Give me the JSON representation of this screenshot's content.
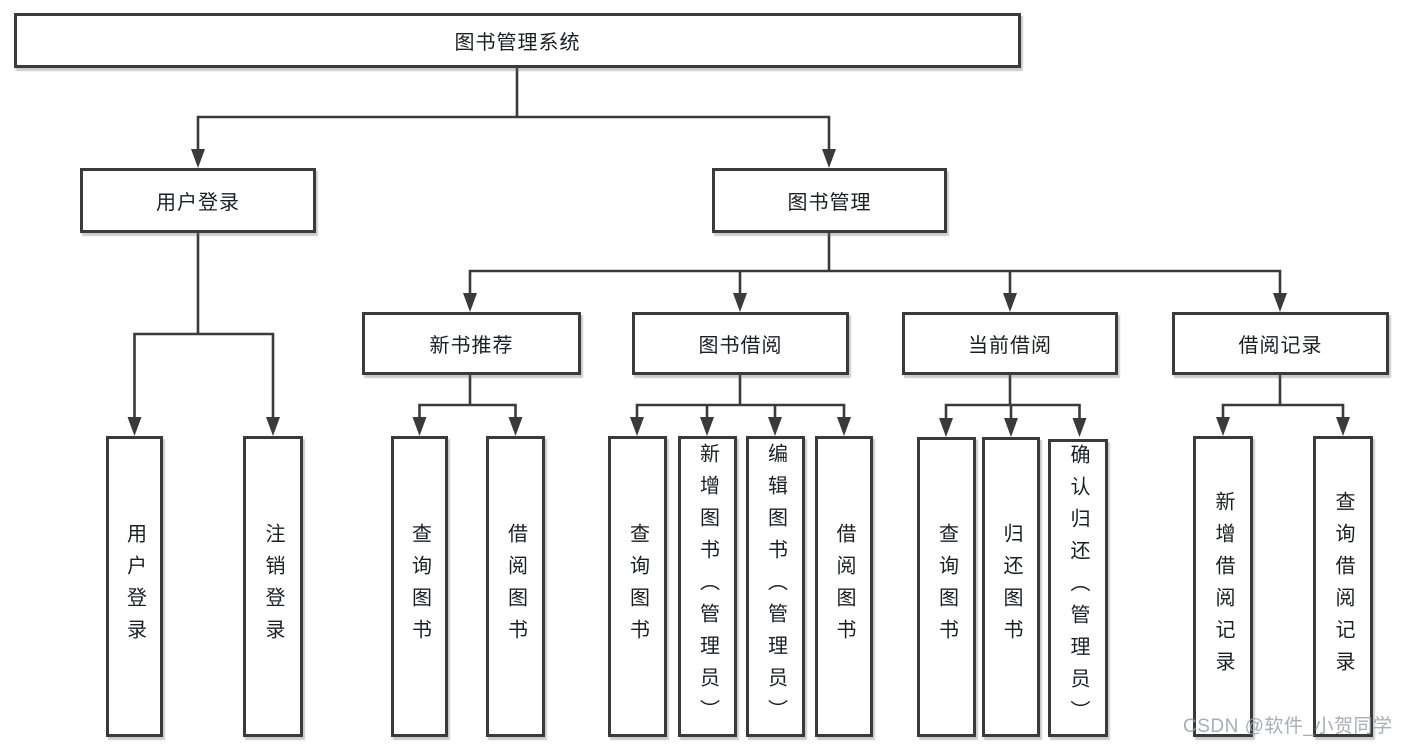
{
  "diagram_title": "图书管理系统",
  "tree": {
    "label": "图书管理系统",
    "children": [
      {
        "label": "用户登录",
        "children": [
          {
            "label": "用户登录"
          },
          {
            "label": "注销登录"
          }
        ]
      },
      {
        "label": "图书管理",
        "children": [
          {
            "label": "新书推荐",
            "children": [
              {
                "label": "查询图书"
              },
              {
                "label": "借阅图书"
              }
            ]
          },
          {
            "label": "图书借阅",
            "children": [
              {
                "label": "查询图书"
              },
              {
                "label": "新增图书（管理员）"
              },
              {
                "label": "编辑图书（管理员）"
              },
              {
                "label": "借阅图书"
              }
            ]
          },
          {
            "label": "当前借阅",
            "children": [
              {
                "label": "查询图书"
              },
              {
                "label": "归还图书"
              },
              {
                "label": "确认归还（管理员）"
              }
            ]
          },
          {
            "label": "借阅记录",
            "children": [
              {
                "label": "新增借阅记录"
              },
              {
                "label": "查询借阅记录"
              }
            ]
          }
        ]
      }
    ]
  },
  "watermark": "CSDN @软件_小贺同学",
  "colors": {
    "line": "#3a3a3a",
    "box_border": "#3a3a3a",
    "box_background": "#ffffff",
    "text": "#1b1f24",
    "watermark_text": "#9aa0a8"
  }
}
